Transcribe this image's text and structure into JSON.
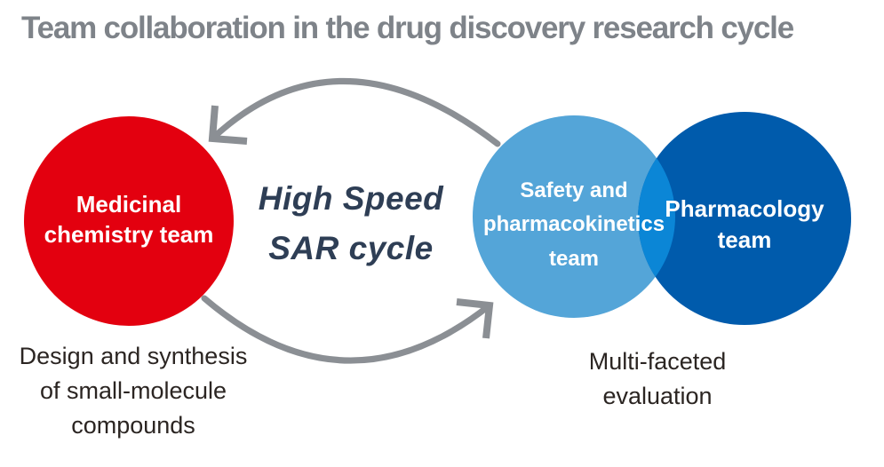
{
  "title": "Team collaboration in the drug discovery research cycle",
  "cycle": {
    "label": "High Speed\nSAR cycle"
  },
  "nodes": {
    "medicinal_chemistry": {
      "label": "Medicinal\nchemistry team",
      "caption": "Design and synthesis\nof small-molecule\ncompounds"
    },
    "safety_pharmacokinetics": {
      "label": "Safety and\npharmacokinetics\nteam"
    },
    "pharmacology": {
      "label": "Pharmacology\nteam"
    },
    "evaluation_caption": "Multi-faceted\nevaluation"
  },
  "colors": {
    "background": "#FFFFFF",
    "red": "#E3000F",
    "light_blue": "#54A5D8",
    "dark_blue": "#005BAC",
    "overlap_blue": "#0B86D6",
    "arrow_gray": "#8B8F94",
    "title_gray": "#7E8389",
    "cycle_navy": "#2E3E55",
    "caption_black": "#2B2522",
    "label_white": "#FFFFFF"
  }
}
